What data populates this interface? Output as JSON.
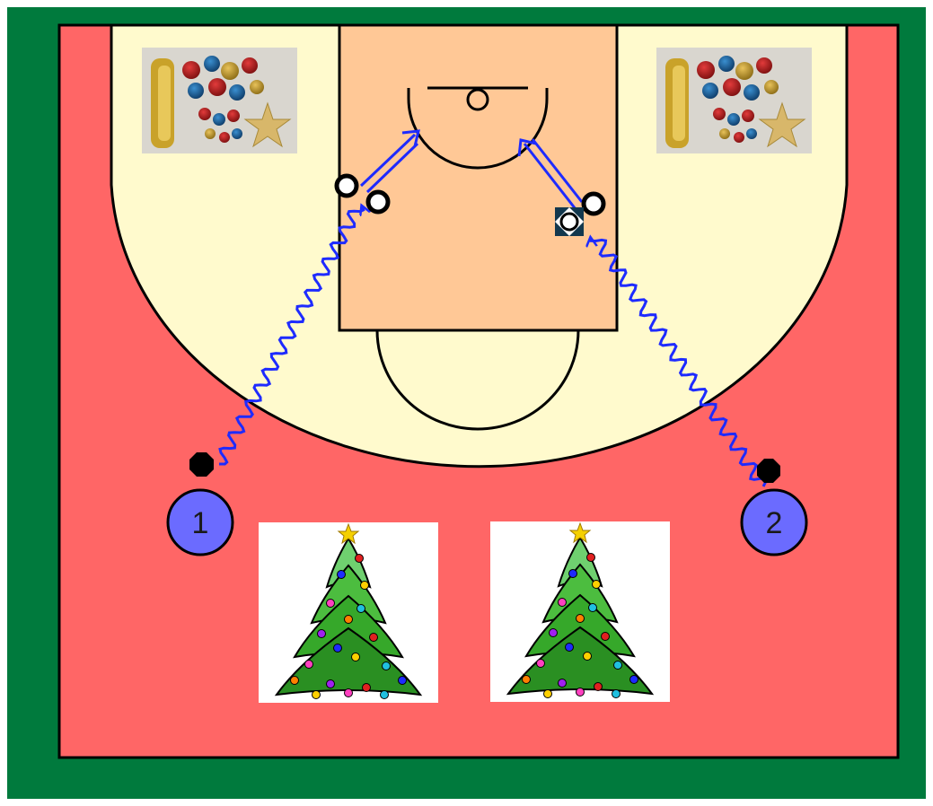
{
  "players": [
    {
      "id": "player-1",
      "label": "1"
    },
    {
      "id": "player-2",
      "label": "2"
    }
  ],
  "decor": {
    "ornaments_photo": "christmas-ornaments-image",
    "tree_clipart": "christmas-tree-image"
  },
  "colors": {
    "outer_border": "#007A3D",
    "court_floor": "#FF6666",
    "three_point_area": "#FFFACD",
    "paint": "#FFC896",
    "line": "#000000",
    "pass_arrow": "#1E2BFF",
    "player_fill": "#6B6BFF"
  }
}
